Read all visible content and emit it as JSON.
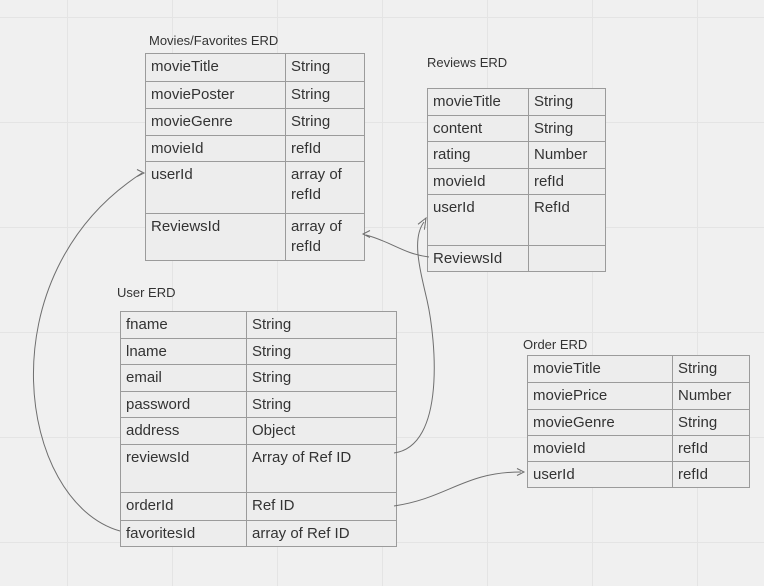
{
  "diagram": {
    "background_color": "#f0f0f0",
    "grid_color": "#e4e4e4",
    "table_fill_color": "#ededed",
    "table_border_color": "#9b9b9b",
    "text_color": "#333333",
    "connector_color": "#6e6e6e"
  },
  "tables": {
    "movies_favorites": {
      "title": "Movies/Favorites ERD",
      "rows": [
        {
          "field": "movieTitle",
          "type": "String"
        },
        {
          "field": "moviePoster",
          "type": "String"
        },
        {
          "field": "movieGenre",
          "type": "String"
        },
        {
          "field": "movieId",
          "type": "refId"
        },
        {
          "field": "userId",
          "type": "array of refId"
        },
        {
          "field": "ReviewsId",
          "type": "array of refId"
        }
      ]
    },
    "reviews": {
      "title": "Reviews ERD",
      "rows": [
        {
          "field": "movieTitle",
          "type": "String"
        },
        {
          "field": "content",
          "type": "String"
        },
        {
          "field": "rating",
          "type": "Number"
        },
        {
          "field": "movieId",
          "type": "refId"
        },
        {
          "field": "userId",
          "type": "RefId"
        },
        {
          "field": "ReviewsId",
          "type": ""
        }
      ]
    },
    "user": {
      "title": "User ERD",
      "rows": [
        {
          "field": "fname",
          "type": "String"
        },
        {
          "field": "lname",
          "type": "String"
        },
        {
          "field": "email",
          "type": "String"
        },
        {
          "field": "password",
          "type": "String"
        },
        {
          "field": "address",
          "type": "Object"
        },
        {
          "field": "reviewsId",
          "type": "Array of Ref ID"
        },
        {
          "field": "orderId",
          "type": "Ref ID"
        },
        {
          "field": "favoritesId",
          "type": "array of Ref ID"
        }
      ]
    },
    "order": {
      "title": "Order ERD",
      "rows": [
        {
          "field": "movieTitle",
          "type": "String"
        },
        {
          "field": "moviePrice",
          "type": "Number"
        },
        {
          "field": "movieGenre",
          "type": "String"
        },
        {
          "field": "movieId",
          "type": "refId"
        },
        {
          "field": "userId",
          "type": "refId"
        }
      ]
    }
  },
  "connections": [
    {
      "from": "User ERD / favoritesId",
      "to": "Movies/Favorites ERD / userId"
    },
    {
      "from": "Reviews ERD / ReviewsId",
      "to": "Movies/Favorites ERD / ReviewsId"
    },
    {
      "from": "User ERD / reviewsId",
      "to": "Reviews ERD / userId"
    },
    {
      "from": "User ERD / orderId",
      "to": "Order ERD / userId"
    }
  ]
}
